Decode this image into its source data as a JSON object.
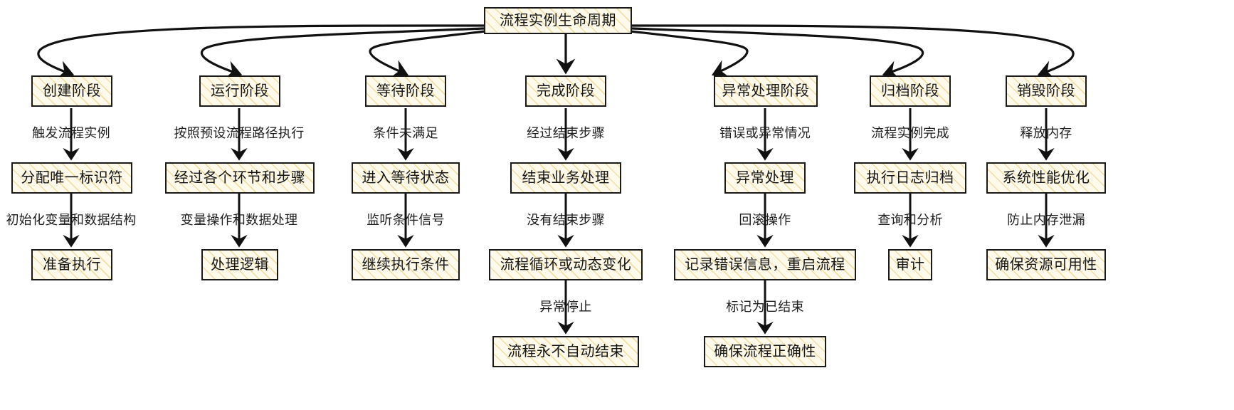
{
  "diagram": {
    "title": "流程实例生命周期",
    "type": "flowchart",
    "orientation": "top-down, 7 parallel branches",
    "colors": {
      "node_fill": "#fdfaec",
      "node_hatch": "#e9c96e",
      "node_border": "#1a1a1a",
      "edge": "#111111",
      "text": "#151515",
      "background": "#ffffff"
    },
    "root": {
      "id": "root",
      "label": "流程实例生命周期"
    },
    "branches": [
      {
        "id": "b1",
        "stage": "创建阶段",
        "steps": [
          {
            "edge": "触发流程实例",
            "node": "分配唯一标识符"
          },
          {
            "edge": "初始化变量和数据结构",
            "node": "准备执行"
          }
        ]
      },
      {
        "id": "b2",
        "stage": "运行阶段",
        "steps": [
          {
            "edge": "按照预设流程路径执行",
            "node": "经过各个环节和步骤"
          },
          {
            "edge": "变量操作和数据处理",
            "node": "处理逻辑"
          }
        ]
      },
      {
        "id": "b3",
        "stage": "等待阶段",
        "steps": [
          {
            "edge": "条件未满足",
            "node": "进入等待状态"
          },
          {
            "edge": "监听条件信号",
            "node": "继续执行条件"
          }
        ]
      },
      {
        "id": "b4",
        "stage": "完成阶段",
        "steps": [
          {
            "edge": "经过结束步骤",
            "node": "结束业务处理"
          },
          {
            "edge": "没有结束步骤",
            "node": "流程循环或动态变化"
          },
          {
            "edge": "异常停止",
            "node": "流程永不自动结束"
          }
        ]
      },
      {
        "id": "b5",
        "stage": "异常处理阶段",
        "steps": [
          {
            "edge": "错误或异常情况",
            "node": "异常处理"
          },
          {
            "edge": "回滚操作",
            "node": "记录错误信息，重启流程"
          },
          {
            "edge": "标记为已结束",
            "node": "确保流程正确性"
          }
        ]
      },
      {
        "id": "b6",
        "stage": "归档阶段",
        "steps": [
          {
            "edge": "流程实例完成",
            "node": "执行日志归档"
          },
          {
            "edge": "查询和分析",
            "node": "审计"
          }
        ]
      },
      {
        "id": "b7",
        "stage": "销毁阶段",
        "steps": [
          {
            "edge": "释放内存",
            "node": "系统性能优化"
          },
          {
            "edge": "防止内存泄漏",
            "node": "确保资源可用性"
          }
        ]
      }
    ]
  }
}
